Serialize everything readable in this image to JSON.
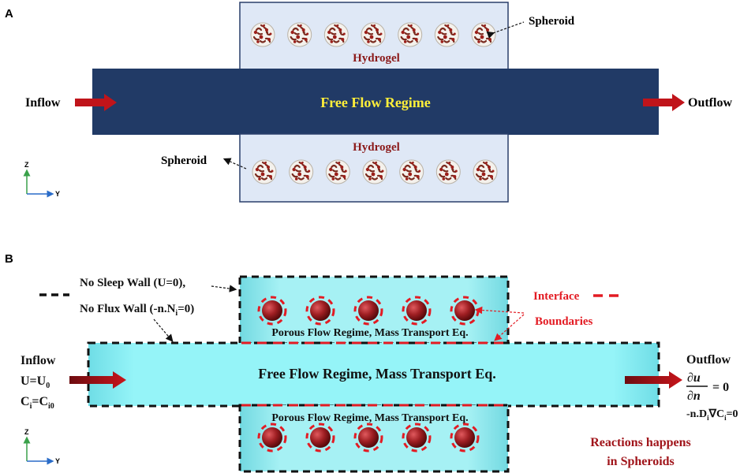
{
  "panel_a": {
    "label": "A",
    "hydrogel_top_label": "Hydrogel",
    "hydrogel_bottom_label": "Hydrogel",
    "channel_label": "Free Flow Regime",
    "inflow_label": "Inflow",
    "outflow_label": "Outflow",
    "spheroid_top_label": "Spheroid",
    "spheroid_bottom_label": "Spheroid",
    "axis_z": "Z",
    "axis_y": "Y",
    "spheroid_count_top": 7,
    "spheroid_count_bottom": 7,
    "colors": {
      "channel": "#213a66",
      "hydrogel": "#dfe8f6",
      "arrow": "#c0141a",
      "channel_text": "#ffef3a",
      "hydrogel_text": "#8b1a1a"
    }
  },
  "panel_b": {
    "label": "B",
    "legend_line1": "No Sleep Wall (U=0),",
    "legend_line2_prefix": "No Flux Wall (-n.N",
    "legend_line2_sub": "i",
    "legend_line2_suffix": "=0)",
    "porous_top_label": "Porous Flow Regime, Mass Transport Eq.",
    "porous_bottom_label": "Porous Flow Regime, Mass Transport Eq.",
    "channel_label": "Free Flow Regime, Mass Transport Eq.",
    "interface_line1": "Interface",
    "interface_line2": "Boundaries",
    "inflow_label": "Inflow",
    "inflow_u_prefix": "U=U",
    "inflow_u_sub": "0",
    "inflow_c_prefix": "C",
    "inflow_c_sub1": "i",
    "inflow_c_mid": "=C",
    "inflow_c_sub2": "i0",
    "outflow_label": "Outflow",
    "outflow_eq_num": "∂u⃗",
    "outflow_eq_den": "∂n",
    "outflow_eq_rhs": "= 0",
    "outflow_bc_prefix": "-n.D",
    "outflow_bc_sub1": "i",
    "outflow_bc_mid": "∇C",
    "outflow_bc_sub2": "i",
    "outflow_bc_suffix": "=0",
    "reaction_line1": "Reactions happens",
    "reaction_line2": "in Spheroids",
    "axis_z": "Z",
    "axis_y": "Y",
    "spheroid_count_top": 5,
    "spheroid_count_bottom": 5,
    "colors": {
      "fluid": "#8ef3f8",
      "fluid_edge": "#5cc9d4",
      "interface": "#e31b23",
      "spheroid": "#9e1e22",
      "arrow": "#a0141a",
      "reaction_text": "#a0141a"
    }
  }
}
